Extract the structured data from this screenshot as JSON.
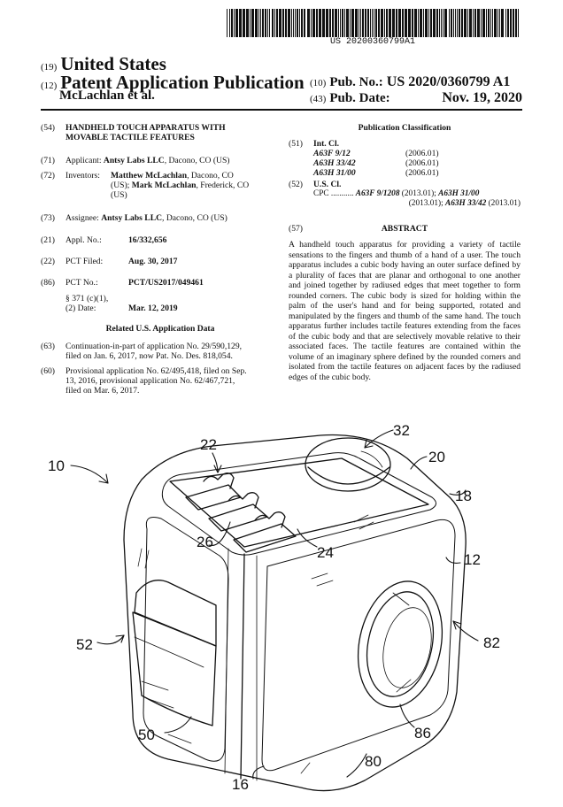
{
  "doc_number_text": "US 20200360799A1",
  "header": {
    "c19": "(19)",
    "country": "United States",
    "c12": "(12)",
    "pub_type": "Patent Application Publication",
    "inventors_short": "McLachlan et al.",
    "c10": "(10)",
    "pub_no_label": "Pub. No.:",
    "pub_no": "US 2020/0360799 A1",
    "c43": "(43)",
    "pub_date_label": "Pub. Date:",
    "pub_date": "Nov. 19, 2020"
  },
  "left": {
    "c54": "(54)",
    "title_line1": "HANDHELD TOUCH APPARATUS WITH",
    "title_line2": "MOVABLE TACTILE FEATURES",
    "c71": "(71)",
    "applicant_label": "Applicant:",
    "applicant": "Antsy Labs LLC",
    "applicant_loc": ", Dacono, CO (US)",
    "c72": "(72)",
    "inventors_label": "Inventors:",
    "inv1": "Matthew McLachlan",
    "inv1_loc": ", Dacono, CO",
    "inv1_loc2": "(US);",
    "inv2": "Mark McLachlan",
    "inv2_loc": ", Frederick, CO",
    "inv2_loc2": "(US)",
    "c73": "(73)",
    "assignee_label": "Assignee:",
    "assignee": "Antsy Labs LLC",
    "assignee_loc": ", Dacono, CO (US)",
    "c21": "(21)",
    "appl_no_label": "Appl. No.:",
    "appl_no": "16/332,656",
    "c22": "(22)",
    "pct_filed_label": "PCT Filed:",
    "pct_filed": "Aug. 30, 2017",
    "c86": "(86)",
    "pct_no_label": "PCT No.:",
    "pct_no": "PCT/US2017/049461",
    "s371_label": "§ 371 (c)(1),",
    "s371_date_label": "(2) Date:",
    "s371_date": "Mar. 12, 2019",
    "related_heading": "Related U.S. Application Data",
    "c63": "(63)",
    "c63_l1": "Continuation-in-part of application No. 29/590,129,",
    "c63_l2": "filed on Jan. 6, 2017, now Pat. No. Des. 818,054.",
    "c60": "(60)",
    "c60_l1": "Provisional application No. 62/495,418, filed on Sep.",
    "c60_l2": "13, 2016, provisional application No. 62/467,721,",
    "c60_l3": "filed on Mar. 6, 2017."
  },
  "right": {
    "pub_class_heading": "Publication Classification",
    "c51": "(51)",
    "intcl_label": "Int. Cl.",
    "intcl": [
      {
        "code": "A63F 9/12",
        "date": "(2006.01)"
      },
      {
        "code": "A63H 33/42",
        "date": "(2006.01)"
      },
      {
        "code": "A63H 31/00",
        "date": "(2006.01)"
      }
    ],
    "c52": "(52)",
    "uscl_label": "U.S. Cl.",
    "cpc_label": "CPC ...........",
    "cpc1_code": "A63F 9/1208",
    "cpc1_date": " (2013.01); ",
    "cpc2_code": "A63H 31/00",
    "cpc_l2_date": "(2013.01); ",
    "cpc3_code": "A63H 33/42",
    "cpc3_date": " (2013.01)",
    "c57": "(57)",
    "abstract_heading": "ABSTRACT",
    "abstract": "A handheld touch apparatus for providing a variety of tactile sensations to the fingers and thumb of a hand of a user. The touch apparatus includes a cubic body having an outer surface defined by a plurality of faces that are planar and orthogonal to one another and joined together by radiused edges that meet together to form rounded corners. The cubic body is sized for holding within the palm of the user's hand and for being supported, rotated and manipulated by the fingers and thumb of the same hand. The touch apparatus further includes tactile features extending from the faces of the cubic body and that are selectively movable relative to their associated faces. The tactile features are contained within the volume of an imaginary sphere defined by the rounded corners and isolated from the tactile features on adjacent faces by the radiused edges of the cubic body."
  },
  "figure_labels": {
    "l10": "10",
    "l22": "22",
    "l32": "32",
    "l20": "20",
    "l18": "18",
    "l12": "12",
    "l26": "26",
    "l24": "24",
    "l52": "52",
    "l82": "82",
    "l50": "50",
    "l86": "86",
    "l80": "80",
    "l16": "16"
  }
}
